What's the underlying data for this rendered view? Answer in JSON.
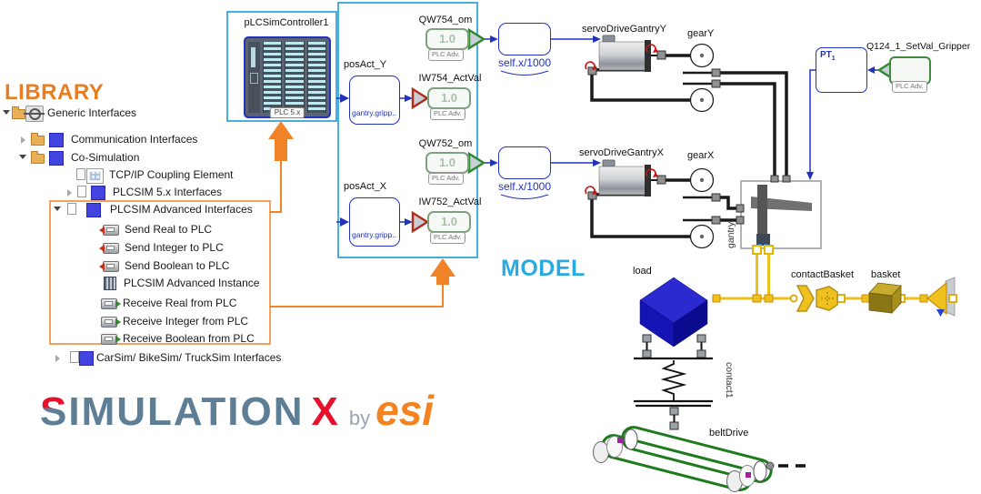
{
  "colors": {
    "accent_orange": "#F08228",
    "frame_cyan": "#36A6DC",
    "signal_blue": "#2233BB",
    "tree_blue": "#4343DF",
    "wire_yellow": "#EFC11E",
    "belt_green": "#1D7A1D",
    "model_label_blue": "#29ABE2",
    "library_label_orange": "#E87E20",
    "logo_red": "#E8112D",
    "logo_slate": "#5E7E95",
    "esi_orange": "#F58220"
  },
  "library": {
    "title": "LIBRARY",
    "tree": [
      {
        "label": "Generic Interfaces"
      },
      {
        "label": "Communication Interfaces"
      },
      {
        "label": "Co-Simulation"
      },
      {
        "label": "TCP/IP Coupling Element"
      },
      {
        "label": "PLCSIM 5.x Interfaces"
      },
      {
        "label": "PLCSIM Advanced Interfaces"
      },
      {
        "label": "Send Real to PLC"
      },
      {
        "label": "Send Integer to PLC"
      },
      {
        "label": "Send Boolean to PLC"
      },
      {
        "label": "PLCSIM Advanced Instance"
      },
      {
        "label": "Receive Real from PLC"
      },
      {
        "label": "Receive Integer from PLC"
      },
      {
        "label": "Receive Boolean from PLC"
      },
      {
        "label": "CarSim/ BikeSim/ TruckSim Interfaces"
      }
    ]
  },
  "model": {
    "title": "MODEL",
    "plc_controller": {
      "label": "pLCSimController1",
      "badge": "PLC 5.x"
    },
    "pos_act_y": {
      "label": "posAct_Y",
      "expr": "gantry.gripp.."
    },
    "pos_act_x": {
      "label": "posAct_X",
      "expr": "gantry.gripp.."
    },
    "qw754": {
      "label": "QW754_om",
      "value": "1.0",
      "badge": "PLC Adv."
    },
    "iw754": {
      "label": "IW754_ActVal",
      "value": "1.0",
      "badge": "PLC Adv."
    },
    "qw752": {
      "label": "QW752_om",
      "value": "1.0",
      "badge": "PLC Adv."
    },
    "iw752": {
      "label": "IW752_ActVal",
      "value": "1.0",
      "badge": "PLC Adv."
    },
    "fn_y": {
      "expr": "self.x/1000"
    },
    "fn_x": {
      "expr": "self.x/1000"
    },
    "servo_y": {
      "label": "servoDriveGantryY"
    },
    "servo_x": {
      "label": "servoDriveGantryX"
    },
    "gear_y": {
      "label": "gearY"
    },
    "gear_x": {
      "label": "gearX"
    },
    "gantry": {
      "label": "gantry"
    },
    "pt1": {
      "label": "PT",
      "sub": "1"
    },
    "q124": {
      "label": "Q124_1_SetVal_Gripper",
      "badge": "PLC Adv."
    },
    "load": {
      "label": "load"
    },
    "contact_basket": {
      "label": "contactBasket"
    },
    "basket": {
      "label": "basket"
    },
    "contact1": {
      "label": "contact1"
    },
    "belt_drive": {
      "label": "beltDrive"
    }
  },
  "logo": {
    "first_letter": "S",
    "rest": "IMULATION",
    "x": "X",
    "by": "by",
    "brand": "esi"
  }
}
